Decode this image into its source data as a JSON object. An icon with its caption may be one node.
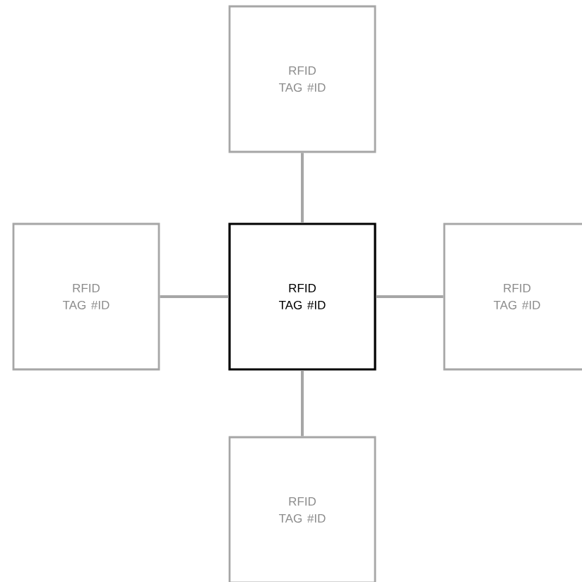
{
  "diagram": {
    "nodes": [
      {
        "text": [
          "RFID TAG #ID"
        ]
      },
      {
        "text": [
          "RFID TAG #ID"
        ]
      },
      {
        "text": [
          "RFID TAG #ID"
        ]
      },
      {
        "text": [
          "RFID TAG #ID"
        ]
      },
      {
        "text": [
          "RFID TAG #ID"
        ]
      }
    ],
    "edges": [
      {
        "from": 2,
        "to": 0,
        "arrow": "none"
      },
      {
        "from": 2,
        "to": 1,
        "arrow": "none"
      },
      {
        "from": 2,
        "to": 3,
        "arrow": "none"
      },
      {
        "from": 2,
        "to": 4,
        "arrow": "none"
      }
    ]
  }
}
